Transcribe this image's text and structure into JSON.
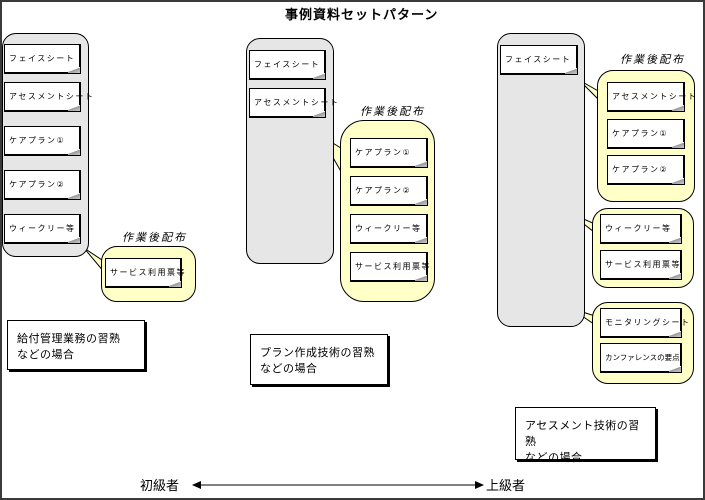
{
  "title": "事例資料セットパターン",
  "after_label": "作業後配布",
  "patterns": [
    {
      "base_docs": [
        "フェイスシート",
        "アセスメントシート",
        "ケアプラン①",
        "ケアプラン②",
        "ウィークリー等"
      ],
      "after_groups": [
        [
          "サービス利用票等"
        ]
      ],
      "note": [
        "給付管理業務の習熟",
        "などの場合"
      ]
    },
    {
      "base_docs": [
        "フェイスシート",
        "アセスメントシート"
      ],
      "after_groups": [
        [
          "ケアプラン①",
          "ケアプラン②",
          "ウィークリー等",
          "サービス利用票等"
        ]
      ],
      "note": [
        "プラン作成技術の習熟",
        "などの場合"
      ]
    },
    {
      "base_docs": [
        "フェイスシート"
      ],
      "after_groups": [
        [
          "アセスメントシート",
          "ケアプラン①",
          "ケアプラン②"
        ],
        [
          "ウィークリー等",
          "サービス利用票等"
        ],
        [
          "モニタリングシート",
          "カンファレンスの要点"
        ]
      ],
      "note": [
        "アセスメント技術の習熟",
        "などの場合"
      ]
    }
  ],
  "axis": {
    "left": "初級者",
    "right": "上級者"
  },
  "colors": {
    "panel": "#e6e6e6",
    "callout": "#ffffc8"
  }
}
